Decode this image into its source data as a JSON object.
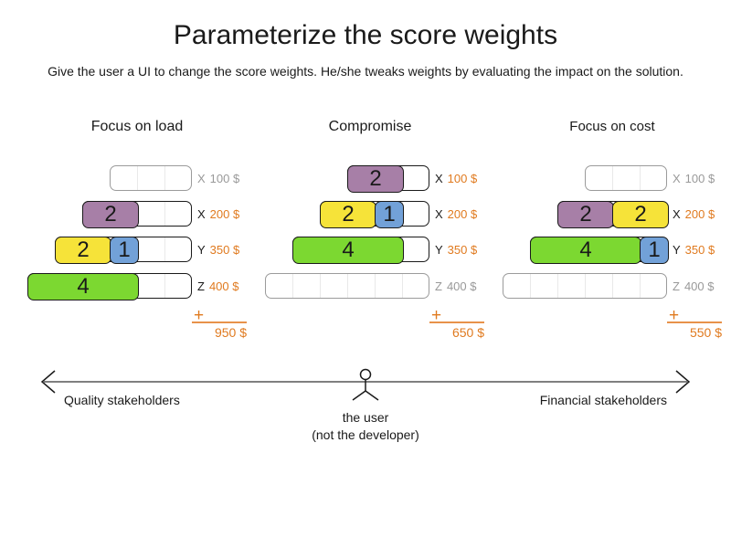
{
  "title": "Parameterize the score weights",
  "subtitle": "Give the user a UI to change the score weights. He/she tweaks weights by evaluating the impact on the solution.",
  "colors": {
    "purple": "#a77fa7",
    "yellow": "#f6e339",
    "blue": "#72a1d8",
    "green": "#7cd831",
    "orange": "#e07a1f",
    "inactive_gray": "#999999"
  },
  "panels": [
    {
      "title": "Focus on load",
      "rows": [
        {
          "label": "X",
          "price": "100 $",
          "slots": 3,
          "active": false,
          "blocks": []
        },
        {
          "label": "X",
          "price": "200 $",
          "slots": 4,
          "active": true,
          "blocks": [
            {
              "value": "2",
              "size": 2,
              "color": "purple"
            }
          ]
        },
        {
          "label": "Y",
          "price": "350 $",
          "slots": 5,
          "active": true,
          "blocks": [
            {
              "value": "2",
              "size": 2,
              "color": "yellow"
            },
            {
              "value": "1",
              "size": 1,
              "color": "blue"
            }
          ]
        },
        {
          "label": "Z",
          "price": "400 $",
          "slots": 6,
          "active": true,
          "blocks": [
            {
              "value": "4",
              "size": 4,
              "color": "green"
            }
          ]
        }
      ],
      "plus": "+",
      "total": "950 $"
    },
    {
      "title": "Compromise",
      "rows": [
        {
          "label": "X",
          "price": "100 $",
          "slots": 3,
          "active": true,
          "blocks": [
            {
              "value": "2",
              "size": 2,
              "color": "purple"
            }
          ]
        },
        {
          "label": "X",
          "price": "200 $",
          "slots": 4,
          "active": true,
          "blocks": [
            {
              "value": "2",
              "size": 2,
              "color": "yellow"
            },
            {
              "value": "1",
              "size": 1,
              "color": "blue"
            }
          ]
        },
        {
          "label": "Y",
          "price": "350 $",
          "slots": 5,
          "active": true,
          "blocks": [
            {
              "value": "4",
              "size": 4,
              "color": "green"
            }
          ]
        },
        {
          "label": "Z",
          "price": "400 $",
          "slots": 6,
          "active": false,
          "blocks": []
        }
      ],
      "plus": "+",
      "total": "650 $"
    },
    {
      "title": "Focus on cost",
      "rows": [
        {
          "label": "X",
          "price": "100 $",
          "slots": 3,
          "active": false,
          "blocks": []
        },
        {
          "label": "X",
          "price": "200 $",
          "slots": 4,
          "active": true,
          "blocks": [
            {
              "value": "2",
              "size": 2,
              "color": "purple"
            },
            {
              "value": "2",
              "size": 2,
              "color": "yellow"
            }
          ]
        },
        {
          "label": "Y",
          "price": "350 $",
          "slots": 5,
          "active": true,
          "blocks": [
            {
              "value": "4",
              "size": 4,
              "color": "green"
            },
            {
              "value": "1",
              "size": 1,
              "color": "blue"
            }
          ]
        },
        {
          "label": "Z",
          "price": "400 $",
          "slots": 6,
          "active": false,
          "blocks": []
        }
      ],
      "plus": "+",
      "total": "550 $"
    }
  ],
  "axis": {
    "left_label": "Quality stakeholders",
    "right_label": "Financial stakeholders",
    "center_label": "the user",
    "center_sublabel": "(not the developer)"
  }
}
